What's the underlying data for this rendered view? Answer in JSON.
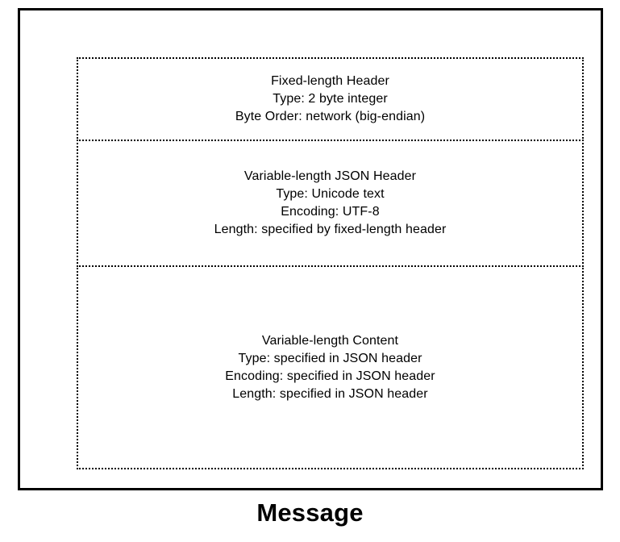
{
  "diagram": {
    "caption": "Message",
    "sections": [
      {
        "id": "fixed-header",
        "lines": [
          "Fixed-length Header",
          "Type: 2 byte integer",
          "Byte Order: network (big-endian)"
        ]
      },
      {
        "id": "json-header",
        "lines": [
          "Variable-length JSON Header",
          "Type: Unicode text",
          "Encoding: UTF-8",
          "Length: specified by fixed-length header"
        ]
      },
      {
        "id": "content",
        "lines": [
          "Variable-length Content",
          "Type: specified in JSON header",
          "Encoding: specified in JSON header",
          "Length: specified in JSON header"
        ]
      }
    ],
    "colors": {
      "background": "#ffffff",
      "stroke": "#000000",
      "text": "#000000"
    }
  }
}
